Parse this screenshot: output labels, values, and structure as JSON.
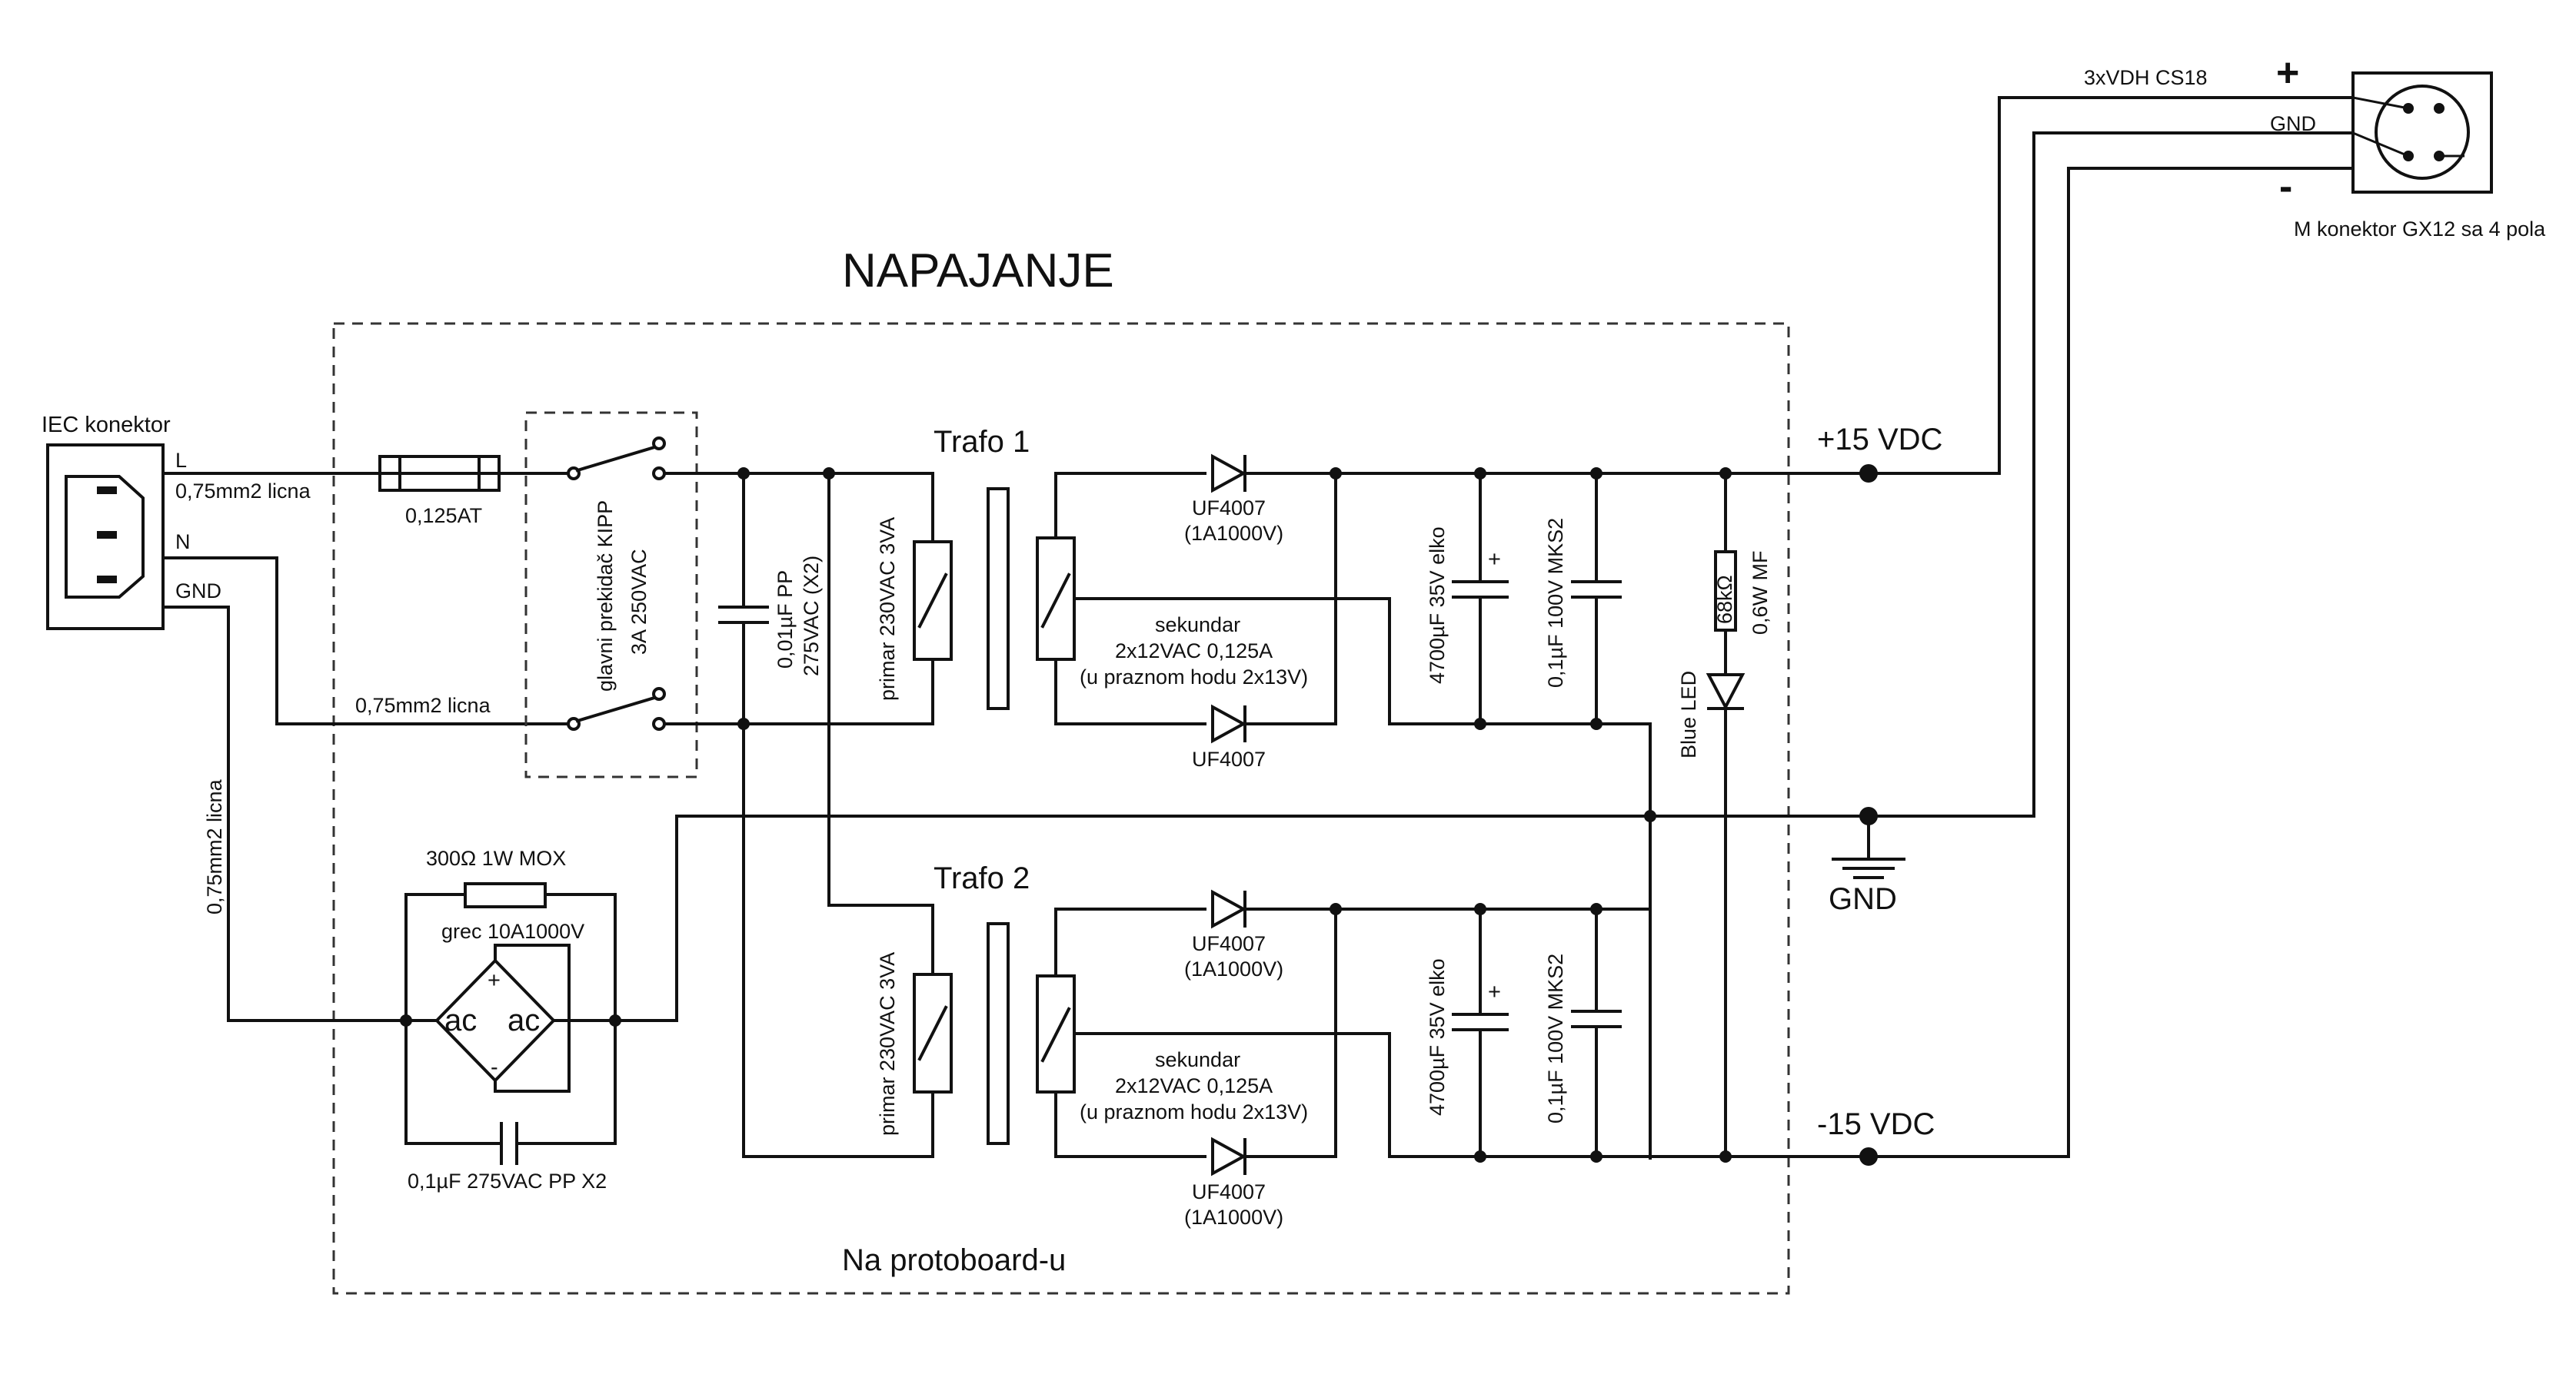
{
  "title": "NAPAJANJE",
  "board_label": "Na protoboard-u",
  "iec": {
    "title": "IEC konektor",
    "pin_l": "L",
    "pin_n": "N",
    "pin_gnd": "GND"
  },
  "wires": {
    "l": "0,75mm2 licna",
    "n": "0,75mm2 licna",
    "gnd": "0,75mm2 licna"
  },
  "fuse": "0,125AT",
  "switch": {
    "line1": "glavni prekidač KIPP",
    "line2": "3A 250VAC"
  },
  "x2cap": {
    "line1": "0,01µF PP",
    "line2": "275VAC (X2)"
  },
  "trafo1": {
    "name": "Trafo 1",
    "primary": "primar 230VAC 3VA",
    "secondary": [
      "sekundar",
      "2x12VAC 0,125A",
      "(u praznom hodu 2x13V)"
    ],
    "diode_top": [
      "UF4007",
      "(1A1000V)"
    ],
    "diode_bottom": [
      "UF4007"
    ],
    "elko": "4700µF 35V elko",
    "film": "0,1µF 100V MKS2"
  },
  "trafo2": {
    "name": "Trafo 2",
    "primary": "primar 230VAC 3VA",
    "secondary": [
      "sekundar",
      "2x12VAC 0,125A",
      "(u praznom hodu 2x13V)"
    ],
    "diode_top": [
      "UF4007",
      "(1A1000V)"
    ],
    "diode_bottom": [
      "UF4007",
      "(1A1000V)"
    ],
    "elko": "4700µF 35V elko",
    "film": "0,1µF 100V MKS2"
  },
  "led": {
    "resistor": "68kΩ",
    "resistor_spec": "0,6W MF",
    "name": "Blue LED"
  },
  "ground_loop": {
    "resistor": "300Ω 1W MOX",
    "bridge": "grec 10A1000V",
    "bridge_ac": "ac",
    "bridge_plus": "+",
    "bridge_minus": "-",
    "cap": "0,1µF 275VAC PP X2"
  },
  "rails": {
    "pos": "+15 VDC",
    "gnd": "GND",
    "neg": "-15 VDC"
  },
  "output": {
    "cable": "3xVDH CS18",
    "plus": "+",
    "gnd": "GND",
    "minus": "-",
    "connector": "M konektor GX12 sa 4 pola"
  },
  "elko_plus": "+"
}
